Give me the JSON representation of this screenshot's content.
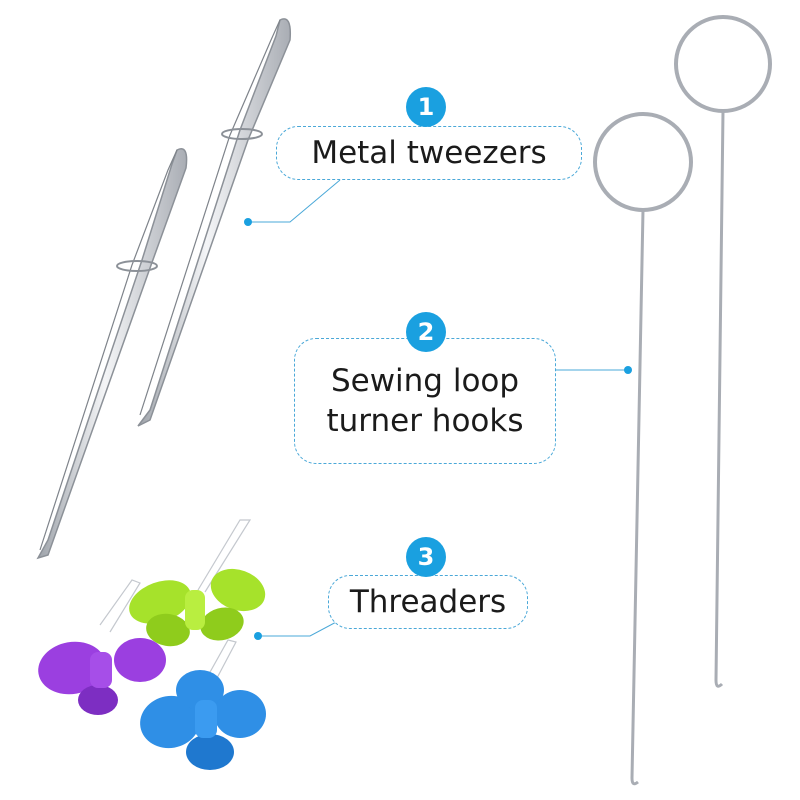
{
  "callouts": [
    {
      "number": "1",
      "lines": [
        "Metal tweezers"
      ]
    },
    {
      "number": "2",
      "lines": [
        "Sewing loop",
        "turner hooks"
      ]
    },
    {
      "number": "3",
      "lines": [
        "Threaders"
      ]
    }
  ],
  "colors": {
    "accent": "#1aa0e0",
    "dashed_border": "#4aa8d8",
    "metal": "#c9ccd1",
    "threader_green": "#a6e22b",
    "threader_purple": "#9b3fe0",
    "threader_blue": "#2f8fe6"
  }
}
